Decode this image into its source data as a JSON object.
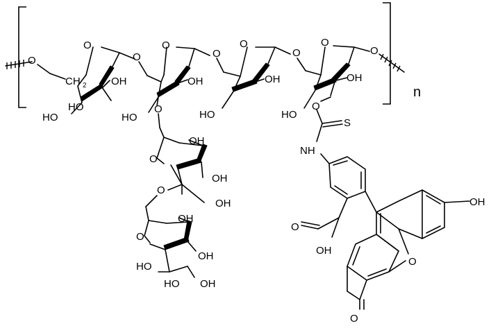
{
  "labels": {
    "polymer_repeat": "n",
    "chain_o1": "O",
    "ring1_o": "O",
    "ring1_oh": "OH",
    "ring1_ho_a": "HO",
    "ring1_ho_b": "HO",
    "ch2_main": "CH",
    "ch2_sub": "2",
    "link12_o": "O",
    "ring2_o": "O",
    "ring2_oh": "OH",
    "ring2_ho": "HO",
    "link2b_o": "O",
    "link23_o": "O",
    "ring3_o": "O",
    "ring3_oh": "OH",
    "ring3_ho": "HO",
    "link34_o": "O",
    "ring4_o": "O",
    "ring4_oh": "OH",
    "ring4_ho": "HO",
    "ring4_o_term": "O",
    "thio_o": "O",
    "thio_s": "S",
    "thio_nh": "NH",
    "branch1_o": "O",
    "branch1_oh_a": "OH",
    "branch1_oh_b": "OH",
    "branch1_oh_c": "OH",
    "branch_link_o": "O",
    "branch2_o": "O",
    "branch2_oh_a": "OH",
    "branch2_oh_b": "OH",
    "branch2_ho_a": "HO",
    "branch2_ho_b": "HO",
    "carboxyl_o": "O",
    "carboxyl_oh": "OH",
    "xanthene_o": "O",
    "xanthene_oh": "OH",
    "xanthene_keto_o": "O"
  }
}
